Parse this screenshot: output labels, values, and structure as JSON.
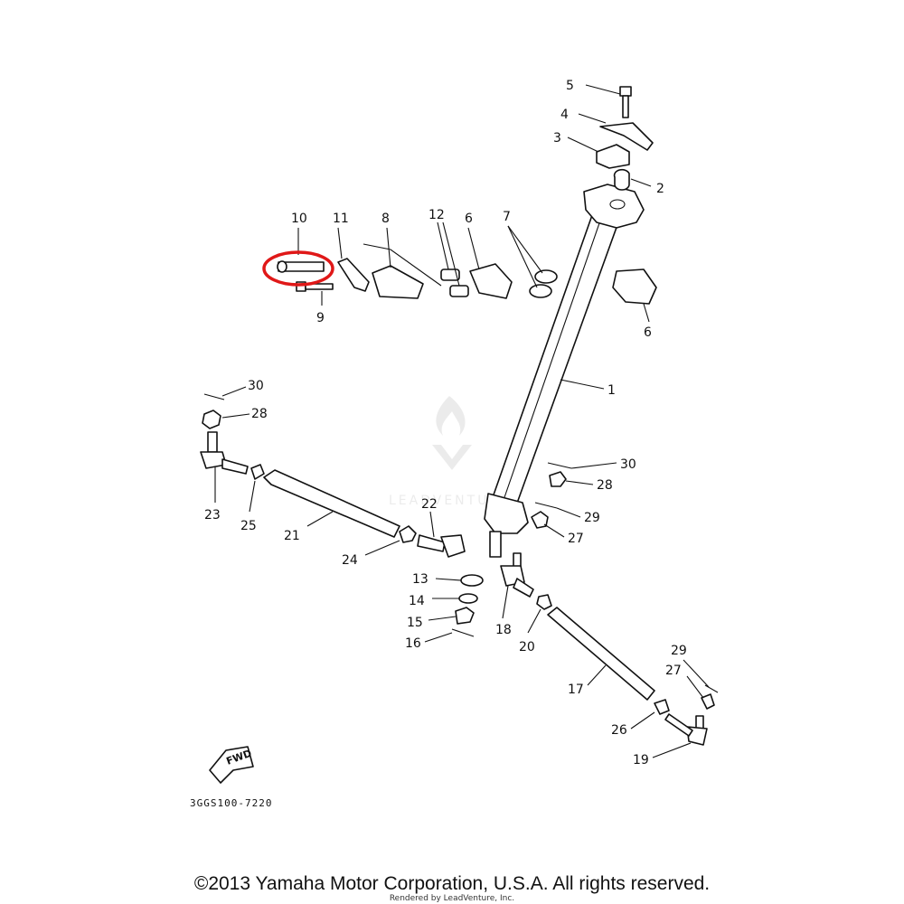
{
  "diagram": {
    "part_numbers": [
      "1",
      "2",
      "3",
      "4",
      "5",
      "6",
      "6",
      "7",
      "8",
      "9",
      "10",
      "11",
      "12",
      "13",
      "14",
      "15",
      "16",
      "17",
      "18",
      "19",
      "20",
      "21",
      "22",
      "23",
      "24",
      "25",
      "26",
      "27",
      "27",
      "28",
      "28",
      "29",
      "29",
      "30",
      "30"
    ],
    "highlighted_part": "10",
    "highlight_color": "#e01818",
    "fwd_label": "FWD",
    "diagram_code": "3GGS100-7220"
  },
  "footer": {
    "copyright": "©2013 Yamaha Motor Corporation, U.S.A. All rights reserved.",
    "rendered_by": "Rendered by LeadVenture, Inc."
  }
}
